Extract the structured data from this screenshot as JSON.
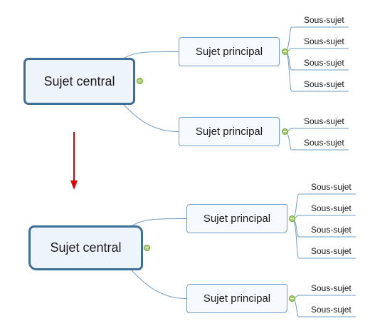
{
  "maps": [
    {
      "style": "plain",
      "central": "Sujet central",
      "branches": [
        {
          "label": "Sujet principal",
          "subtopics": [
            "Sous-sujet",
            "Sous-sujet",
            "Sous-sujet",
            "Sous-sujet"
          ]
        },
        {
          "label": "Sujet principal",
          "subtopics": [
            "Sous-sujet",
            "Sous-sujet"
          ]
        }
      ]
    },
    {
      "style": "hand-drawn",
      "central": "Sujet central",
      "branches": [
        {
          "label": "Sujet principal",
          "subtopics": [
            "Sous-sujet",
            "Sous-sujet",
            "Sous-sujet",
            "Sous-sujet"
          ]
        },
        {
          "label": "Sujet principal",
          "subtopics": [
            "Sous-sujet",
            "Sous-sujet"
          ]
        }
      ]
    }
  ],
  "colors": {
    "connector": "#6e9ec4",
    "arrow": "#e00000",
    "collapse_toggle": "#a7d26b",
    "central_border": "#3e6f96"
  },
  "icons": {
    "collapse_toggle": "collapse-toggle-icon",
    "transform_arrow": "down-arrow-icon"
  }
}
